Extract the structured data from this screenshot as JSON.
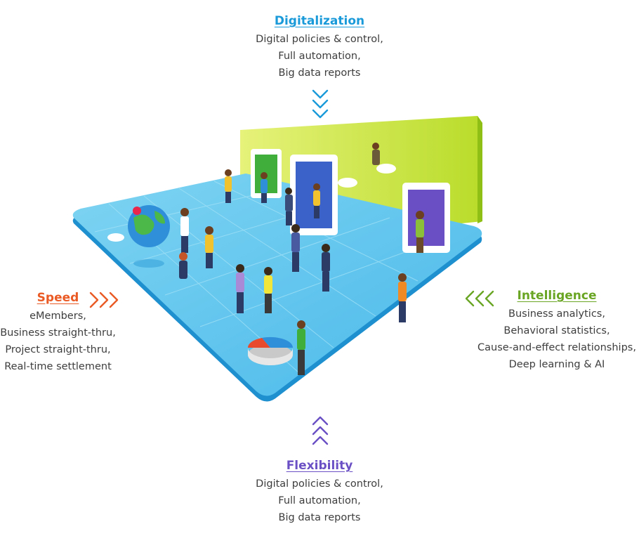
{
  "colors": {
    "digitalization": "#1a9ad9",
    "speed": "#ea5a24",
    "intelligence": "#6aa624",
    "flexibility": "#6a50c4"
  },
  "top": {
    "title": "Digitalization",
    "lines": [
      "Digital policies & control,",
      "Full automation,",
      "Big data reports"
    ]
  },
  "left": {
    "title": "Speed",
    "lines": [
      "eMembers,",
      "Business straight-thru,",
      "Project straight-thru,",
      "Real-time settlement"
    ]
  },
  "right": {
    "title": "Intelligence",
    "lines": [
      "Business analytics,",
      "Behavioral statistics,",
      "Cause-and-effect relationships,",
      "Deep learning & AI"
    ]
  },
  "bottom": {
    "title": "Flexibility",
    "lines": [
      "Digital policies & control,",
      "Full automation,",
      "Big data reports"
    ]
  }
}
